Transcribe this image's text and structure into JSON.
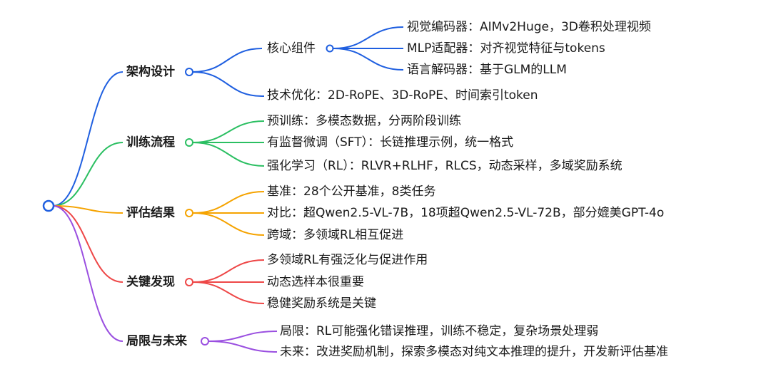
{
  "mindmap": {
    "branches": [
      {
        "label": "架构设计",
        "color": "#1f5fe0",
        "children": [
          {
            "label": "核心组件",
            "children": [
              "视觉编码器：AIMv2Huge，3D卷积处理视频",
              "MLP适配器：对齐视觉特征与tokens",
              "语言解码器：基于GLM的LLM"
            ]
          },
          {
            "label": "技术优化：2D-RoPE、3D-RoPE、时间索引token"
          }
        ]
      },
      {
        "label": "训练流程",
        "color": "#2bbf62",
        "children": [
          {
            "label": "预训练：多模态数据，分两阶段训练"
          },
          {
            "label": "有监督微调（SFT）：长链推理示例，统一格式"
          },
          {
            "label": "强化学习（RL）：RLVR+RLHF，RLCS，动态采样，多域奖励系统"
          }
        ]
      },
      {
        "label": "评估结果",
        "color": "#f5a300",
        "children": [
          {
            "label": "基准：28个公开基准，8类任务"
          },
          {
            "label": "对比：超Qwen2.5-VL-7B，18项超Qwen2.5-VL-72B，部分媲美GPT-4o"
          },
          {
            "label": "跨域：多领域RL相互促进"
          }
        ]
      },
      {
        "label": "关键发现",
        "color": "#ee4747",
        "children": [
          {
            "label": "多领域RL有强泛化与促进作用"
          },
          {
            "label": "动态选样本很重要"
          },
          {
            "label": "稳健奖励系统是关键"
          }
        ]
      },
      {
        "label": "局限与未来",
        "color": "#9a4fe0",
        "children": [
          {
            "label": "局限：RL可能强化错误推理，训练不稳定，复杂场景处理弱"
          },
          {
            "label": "未来：改进奖励机制，探索多模态对纯文本推理的提升，开发新评估基准"
          }
        ]
      }
    ]
  }
}
